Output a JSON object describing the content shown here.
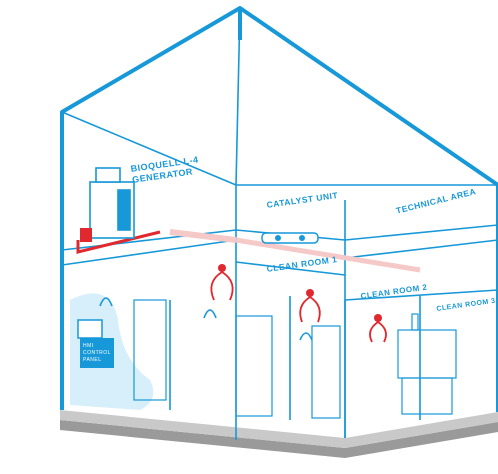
{
  "labels": {
    "generator_line1": "BIOQUELL L-4",
    "generator_line2": "GENERATOR",
    "catalyst_unit": "CATALYST UNIT",
    "technical_area": "TECHNICAL AREA",
    "clean_room_1": "CLEAN ROOM 1",
    "clean_room_2": "CLEAN ROOM 2",
    "clean_room_3": "CLEAN ROOM 3",
    "hmi_line1": "HMI",
    "hmi_line2": "CONTROL",
    "hmi_line3": "PANEL"
  },
  "colors": {
    "line_blue": "#1798d8",
    "light_blue": "#a9d8f2",
    "pale_blue": "#d7eefb",
    "duct_red": "#e0282e",
    "floor_gray": "#c9c9c9",
    "floor_dark": "#9a9a9a"
  }
}
